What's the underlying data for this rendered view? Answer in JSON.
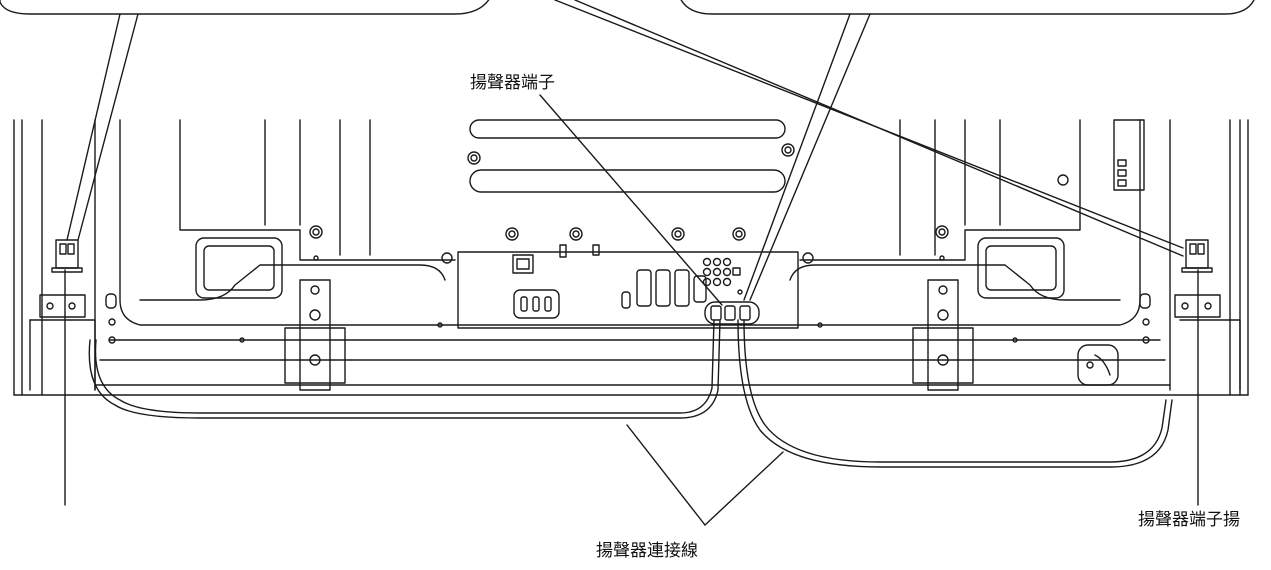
{
  "labels": {
    "speaker_terminal_top": "揚聲器端子",
    "speaker_cable": "揚聲器連接線",
    "speaker_terminal_right": "揚聲器端子揚"
  },
  "colors": {
    "line": "#1a1a1a",
    "background": "#ffffff"
  }
}
